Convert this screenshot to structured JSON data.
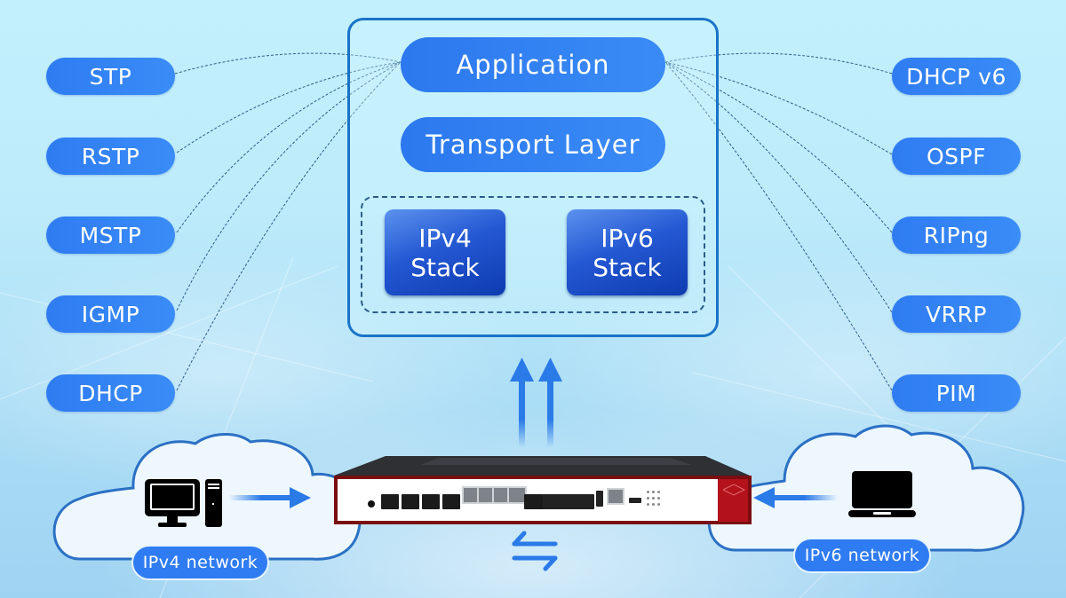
{
  "colors": {
    "pill_blue": "#2f7cf2",
    "stack_block_blue": "#1f4fcc",
    "box_border": "#1a73c8",
    "connector_line": "#2c5e86",
    "device_red": "#b3121b",
    "device_body": "#2c2e31",
    "background": "#bdebfb"
  },
  "protocols_left": [
    {
      "label": "STP"
    },
    {
      "label": "RSTP"
    },
    {
      "label": "MSTP"
    },
    {
      "label": "IGMP"
    },
    {
      "label": "DHCP"
    }
  ],
  "protocols_right": [
    {
      "label": "DHCP v6"
    },
    {
      "label": "OSPF"
    },
    {
      "label": "RIPng"
    },
    {
      "label": "VRRP"
    },
    {
      "label": "PIM"
    }
  ],
  "stack": {
    "application": "Application",
    "transport": "Transport Layer",
    "ipv4": {
      "line1": "IPv4",
      "line2": "Stack"
    },
    "ipv6": {
      "line1": "IPv6",
      "line2": "Stack"
    }
  },
  "networks": {
    "left": {
      "label": "IPv4 network",
      "device_icon": "desktop-computer-icon"
    },
    "right": {
      "label": "IPv6 network",
      "device_icon": "laptop-icon"
    }
  },
  "center_device": {
    "icon": "network-switch-device"
  },
  "arrows": {
    "up": "double-up-arrow-icon",
    "swap": "bidirectional-arrows-icon",
    "left_in": "arrow-right-icon",
    "right_in": "arrow-left-icon"
  }
}
